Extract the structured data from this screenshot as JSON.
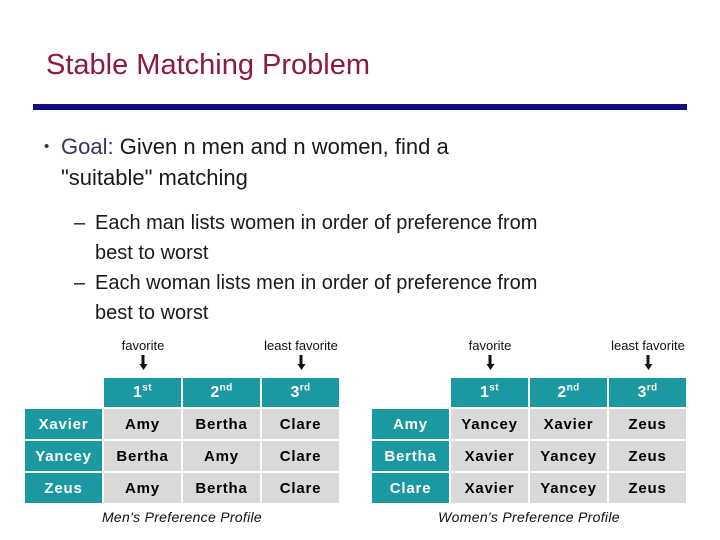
{
  "slide": {
    "title": "Stable Matching Problem",
    "goal_bullet": {
      "bullet_glyph": "•",
      "label": "Goal:",
      "line1_rest": "Given n men and n women, find a",
      "line2": "\"suitable\" matching"
    },
    "sub_bullets": {
      "dash_glyph": "–",
      "items": [
        {
          "line1": "Each man lists women in order of preference from",
          "line2": "best to worst"
        },
        {
          "line1": "Each woman lists men in order of preference from",
          "line2": "best to worst"
        }
      ]
    }
  },
  "tables": {
    "men": {
      "favorite_label": "favorite",
      "least_favorite_label": "least favorite",
      "headers": [
        {
          "n": "1",
          "sup": "st"
        },
        {
          "n": "2",
          "sup": "nd"
        },
        {
          "n": "3",
          "sup": "rd"
        }
      ],
      "rows": [
        {
          "label": "Xavier",
          "c1": "Amy",
          "c2": "Bertha",
          "c3": "Clare"
        },
        {
          "label": "Yancey",
          "c1": "Bertha",
          "c2": "Amy",
          "c3": "Clare"
        },
        {
          "label": "Zeus",
          "c1": "Amy",
          "c2": "Bertha",
          "c3": "Clare"
        }
      ],
      "caption": "Men's Preference Profile"
    },
    "women": {
      "favorite_label": "favorite",
      "least_favorite_label": "least favorite",
      "headers": [
        {
          "n": "1",
          "sup": "st"
        },
        {
          "n": "2",
          "sup": "nd"
        },
        {
          "n": "3",
          "sup": "rd"
        }
      ],
      "rows": [
        {
          "label": "Amy",
          "c1": "Yancey",
          "c2": "Xavier",
          "c3": "Zeus"
        },
        {
          "label": "Bertha",
          "c1": "Xavier",
          "c2": "Yancey",
          "c3": "Zeus"
        },
        {
          "label": "Clare",
          "c1": "Xavier",
          "c2": "Yancey",
          "c3": "Zeus"
        }
      ],
      "caption": "Women's Preference Profile"
    }
  },
  "colors": {
    "title": "#8C1946",
    "rule": "#0F0F80",
    "goal_label": "#333366",
    "header_teal": "#1A9AA0",
    "cell_gray": "#D9D9D9",
    "text": "#1A1A1A"
  }
}
